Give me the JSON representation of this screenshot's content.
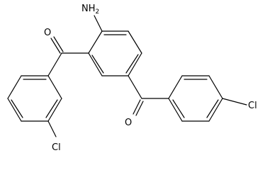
{
  "atoms": {
    "amine": {
      "symbol": "NH",
      "subscript": "2"
    },
    "ketone_oxygen_1": {
      "symbol": "O"
    },
    "ketone_oxygen_2": {
      "symbol": "O"
    },
    "chlorine_1": {
      "symbol": "Cl"
    },
    "chlorine_2": {
      "symbol": "Cl"
    }
  },
  "colors": {
    "bond": "#000000",
    "label": "#000000",
    "background": "#ffffff"
  }
}
